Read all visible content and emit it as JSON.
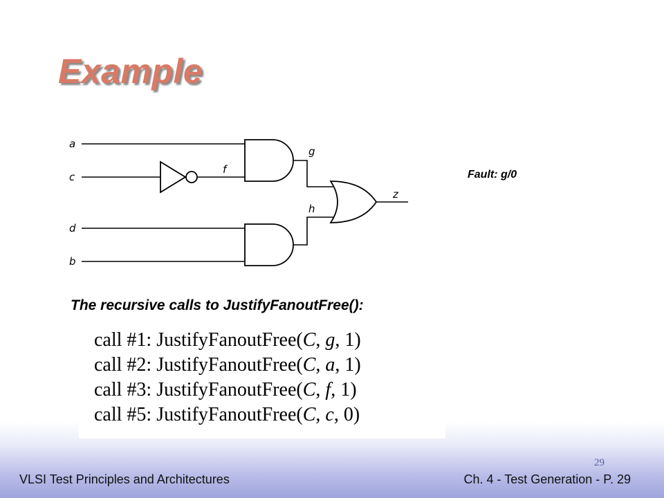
{
  "slide": {
    "title": "Example",
    "fault_label": "Fault: g/0",
    "recursion_heading": "The recursive calls to JustifyFanoutFree():"
  },
  "circuit": {
    "signals": {
      "a": "a",
      "c": "c",
      "d": "d",
      "b": "b",
      "f": "f",
      "g": "g",
      "h": "h",
      "z": "z"
    }
  },
  "calls": [
    {
      "prefix": "call #1: JustifyFanoutFree(",
      "circuit": "C",
      "signal": "g",
      "value": "1",
      "suffix": ")"
    },
    {
      "prefix": "call #2: JustifyFanoutFree(",
      "circuit": "C",
      "signal": "a",
      "value": "1",
      "suffix": ")"
    },
    {
      "prefix": "call #3: JustifyFanoutFree(",
      "circuit": "C",
      "signal": "f",
      "value": "1",
      "suffix": ")"
    },
    {
      "prefix": "call #5: JustifyFanoutFree(",
      "circuit": "C",
      "signal": "c",
      "value": "0",
      "suffix": ")"
    }
  ],
  "footer": {
    "left": "VLSI Test Principles and Architectures",
    "right": "Ch. 4 - Test Generation - P. 29",
    "page_number": "29"
  }
}
